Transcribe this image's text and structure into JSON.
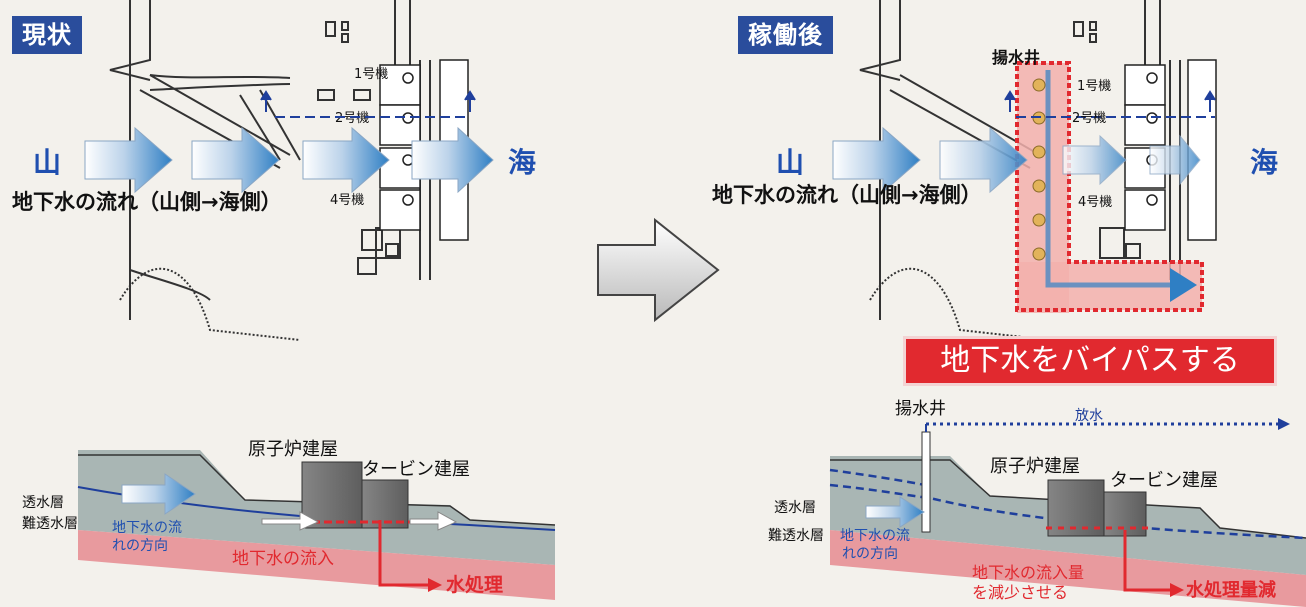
{
  "left_panel": {
    "badge": "現状",
    "map": {
      "mountain": "山",
      "sea": "海",
      "unit1": "1号機",
      "unit2": "2号機",
      "unit4": "4号機",
      "flow_caption": "地下水の流れ（山側→海側）"
    },
    "section": {
      "reactor": "原子炉建屋",
      "turbine": "タービン建屋",
      "permeable": "透水層",
      "impermeable": "難透水層",
      "flow_dir_1": "地下水の流",
      "flow_dir_2": "れの方向",
      "inflow": "地下水の流入",
      "treatment": "水処理"
    }
  },
  "right_panel": {
    "badge": "稼働後",
    "map": {
      "well": "揚水井",
      "mountain": "山",
      "sea": "海",
      "unit1": "1号機",
      "unit2": "2号機",
      "unit4": "4号機",
      "flow_caption": "地下水の流れ（山側→海側）"
    },
    "banner": "地下水をバイパスする",
    "section": {
      "well": "揚水井",
      "discharge": "放水",
      "reactor": "原子炉建屋",
      "turbine": "タービン建屋",
      "permeable": "透水層",
      "impermeable": "難透水層",
      "flow_dir_1": "地下水の流",
      "flow_dir_2": "れの方向",
      "inflow_1": "地下水の流入量",
      "inflow_2": "を減少させる",
      "treatment": "水処理量減"
    }
  },
  "colors": {
    "badge_blue": "#2a4d9c",
    "label_blue": "#1f4fb0",
    "banner_red": "#e1292f",
    "alert_red": "#e1292f",
    "soil_gray": "#a9b6b4",
    "impermeable_pink": "#e89a9e"
  }
}
